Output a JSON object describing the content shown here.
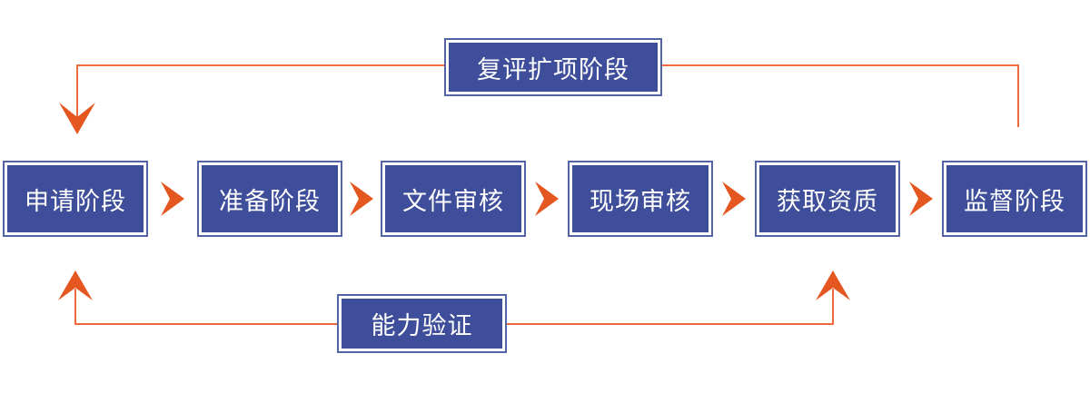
{
  "diagram": {
    "stages": [
      {
        "label": "申请阶段"
      },
      {
        "label": "准备阶段"
      },
      {
        "label": "文件审核"
      },
      {
        "label": "现场审核"
      },
      {
        "label": "获取资质"
      },
      {
        "label": "监督阶段"
      }
    ],
    "top_loop_label": "复评扩项阶段",
    "bottom_loop_label": "能力验证",
    "colors": {
      "box_fill": "#3F4E9A",
      "box_outline": "#5263A8",
      "box_inner_ring": "#FFFFFF",
      "arrow_orange": "#E55720",
      "line_orange": "#EE6C3B",
      "text": "#FFFFFF",
      "background": "#FFFFFF"
    }
  }
}
